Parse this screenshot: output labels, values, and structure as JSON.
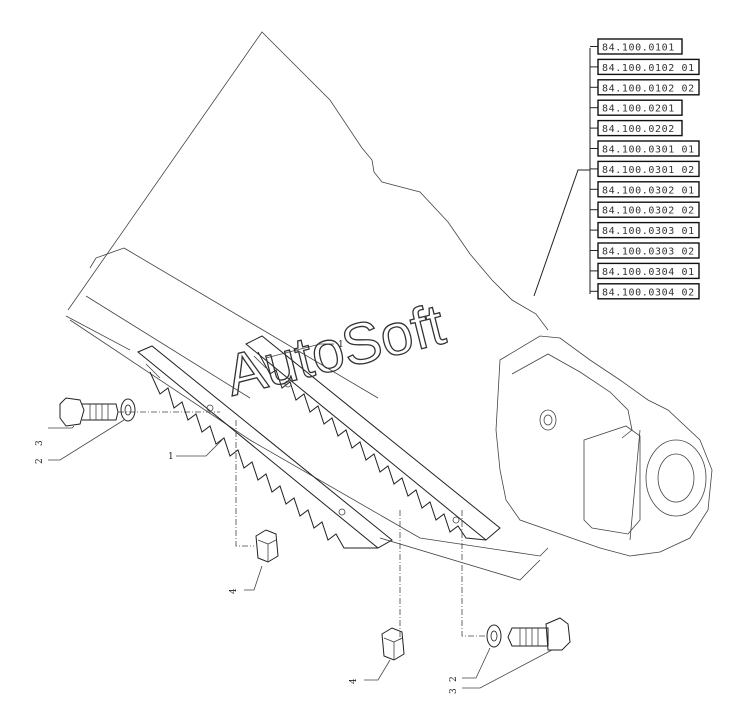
{
  "reference_codes": [
    "84.100.0101",
    "84.100.0102 01",
    "84.100.0102 02",
    "84.100.0201",
    "84.100.0202",
    "84.100.0301 01",
    "84.100.0301 02",
    "84.100.0302 01",
    "84.100.0302 02",
    "84.100.0303 01",
    "84.100.0303 02",
    "84.100.0304 01",
    "84.100.0304 02"
  ],
  "callouts": {
    "blade_top": "1",
    "blade_left": "1",
    "bolt_left_a": "3",
    "bolt_left_b": "2",
    "nut_left": "4",
    "nut_right": "4",
    "washer_right": "2",
    "bolt_right": "3"
  },
  "watermark": "AutoSoft"
}
